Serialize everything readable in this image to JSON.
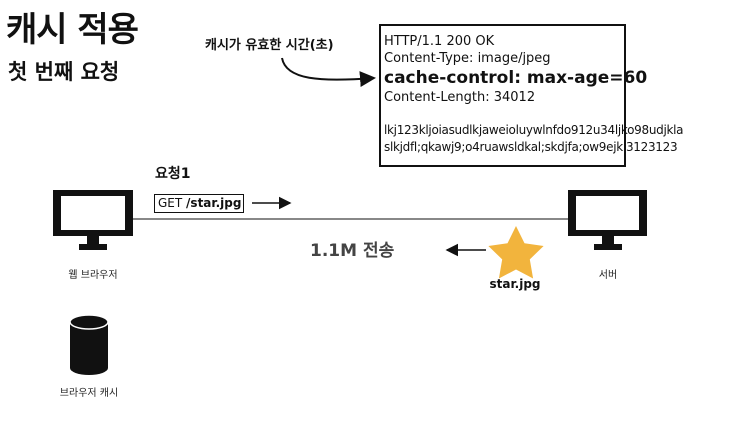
{
  "title": "캐시 적용",
  "subtitle": "첫 번째 요청",
  "annotation": "캐시가 유효한 시간(초)",
  "response": {
    "status_line": "HTTP/1.1 200 OK",
    "content_type": "Content-Type: image/jpeg",
    "cache_control": "cache-control: max-age=60",
    "content_length": "Content-Length: 34012",
    "body_line1": "lkj123kljoiasudlkjaweioluywlnfdo912u34ljko98udjkla",
    "body_line2": "slkjdfl;qkawj9;o4ruawsldkal;skdjfa;ow9ejkl3123123"
  },
  "request": {
    "label": "요청1",
    "method": "GET",
    "path": "/star.jpg"
  },
  "transfer_label": "1.1M 전송",
  "client_label": "웹 브라우저",
  "server_label": "서버",
  "cache_label": "브라우저 캐시",
  "star_label": "star.jpg",
  "colors": {
    "star": "#F2B43D",
    "ink": "#111111",
    "transfer_text": "#444444"
  }
}
